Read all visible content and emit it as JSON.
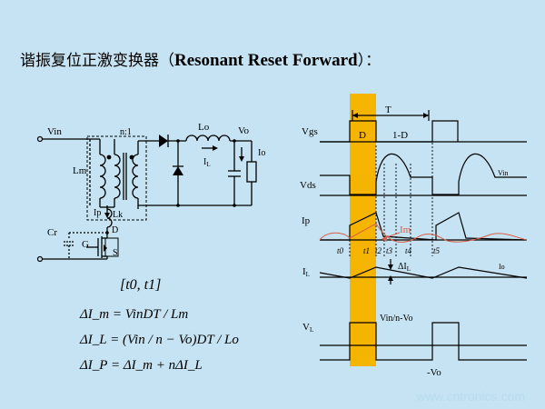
{
  "title": {
    "prefix": "谐振复位正激变换器（",
    "bold": "Resonant Reset Forward",
    "suffix": "）："
  },
  "circuit": {
    "vin": "Vin",
    "ratio": "n:1",
    "lm": "Lm",
    "lo": "Lo",
    "vo": "Vo",
    "io": "Io",
    "il": "I",
    "il_sub": "L",
    "ip": "Ip",
    "lk": "Lk",
    "cr": "Cr",
    "d": "D",
    "g": "G",
    "s": "S"
  },
  "interval": "[t0, t1]",
  "equations": {
    "eq1": "ΔI_m = VinDT / Lm",
    "eq2": "ΔI_L = (Vin / n − Vo)DT / Lo",
    "eq3": "ΔI_P = ΔI_m + nΔI_L"
  },
  "waveforms": {
    "T": "T",
    "vgs": "Vgs",
    "d": "D",
    "one_minus_d": "1-D",
    "vds": "Vds",
    "vin": "Vin",
    "ip": "Ip",
    "im": "Im",
    "t0": "t0",
    "t1": "t1",
    "t2": "t2",
    "t3": "t3",
    "t4": "t4",
    "t5": "t5",
    "il": "I",
    "il_sub": "L",
    "dil": "ΔI",
    "dil_sub": "L",
    "io": "Io",
    "vl": "V",
    "vl_sub": "L",
    "vin_n_vo": "Vin/n-Vo",
    "neg_vo": "-Vo"
  },
  "watermark": "www.cntronics.com",
  "colors": {
    "background": "#c5e3f2",
    "highlight": "#f5b400",
    "im_curve": "#d9604a"
  }
}
